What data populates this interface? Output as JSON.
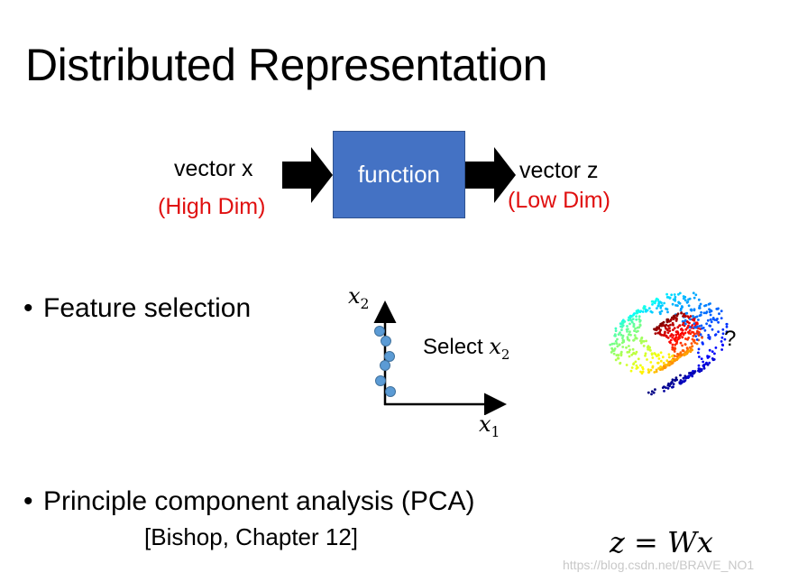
{
  "title": "Distributed Representation",
  "diagram": {
    "input_label": "vector x",
    "input_dim": "(High Dim)",
    "box_label": "function",
    "output_label": "vector z",
    "output_dim": "(Low Dim)",
    "box_color": "#4472c4",
    "highlight_color": "#e01010"
  },
  "bullets": [
    {
      "marker": "•",
      "text": "Feature selection"
    },
    {
      "marker": "•",
      "text": "Principle component analysis (PCA)"
    }
  ],
  "pca_reference": "[Bishop, Chapter 12]",
  "feature_plot": {
    "x_axis_var": "x",
    "x_axis_sub": "1",
    "y_axis_var": "x",
    "y_axis_sub": "2",
    "select_text": "Select ",
    "select_var": "x",
    "select_sub": "2",
    "point_color": "#5b9bd5"
  },
  "swiss_roll": {
    "question": "?"
  },
  "equation": "z = Wx",
  "watermark": "https://blog.csdn.net/BRAVE_NO1"
}
